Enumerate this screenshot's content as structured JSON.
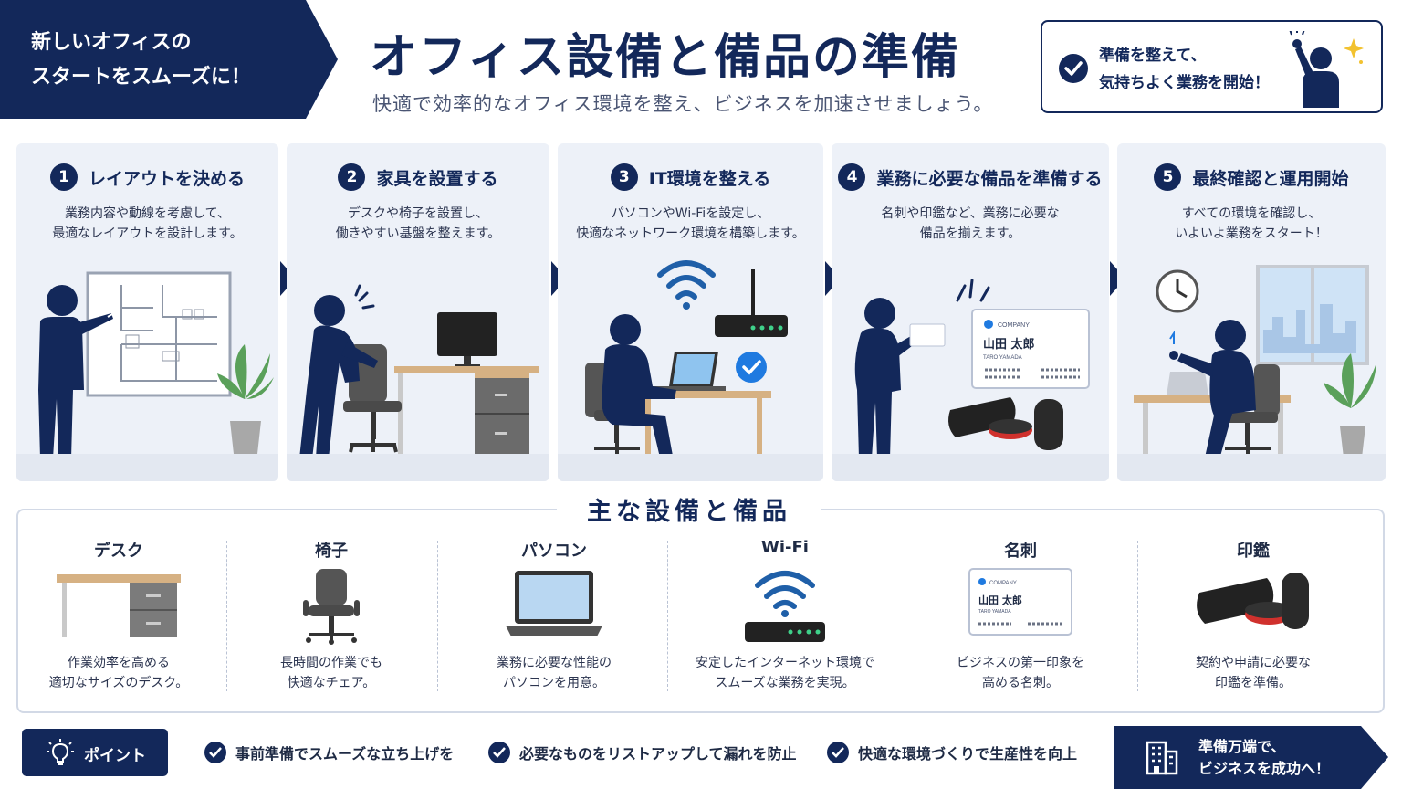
{
  "header": {
    "ribbon_line1": "新しいオフィスの",
    "ribbon_line2": "スタートをスムーズに！",
    "title": "オフィス設備と備品の準備",
    "subtitle": "快適で効率的なオフィス環境を整え、ビジネスを加速させましょう。",
    "box_line1": "準備を整えて、",
    "box_line2": "気持ちよく業務を開始！"
  },
  "steps": [
    {
      "num": "1",
      "title": "レイアウトを決める",
      "desc": "業務内容や動線を考慮して、\n最適なレイアウトを設計します。"
    },
    {
      "num": "2",
      "title": "家具を設置する",
      "desc": "デスクや椅子を設置し、\n働きやすい基盤を整えます。"
    },
    {
      "num": "3",
      "title": "IT環境を整える",
      "desc": "パソコンやWi-Fiを設定し、\n快適なネットワーク環境を構築します。"
    },
    {
      "num": "4",
      "title": "業務に必要な備品を準備する",
      "desc": "名刺や印鑑など、業務に必要な\n備品を揃えます。"
    },
    {
      "num": "5",
      "title": "最終確認と運用開始",
      "desc": "すべての環境を確認し、\nいよいよ業務をスタート！"
    }
  ],
  "business_card": {
    "company": "COMPANY",
    "name": "山田 太郎",
    "romaji": "TARO YAMADA"
  },
  "equipment": {
    "title": "主な設備と備品",
    "items": [
      {
        "name": "デスク",
        "desc": "作業効率を高める\n適切なサイズのデスク。"
      },
      {
        "name": "椅子",
        "desc": "長時間の作業でも\n快適なチェア。"
      },
      {
        "name": "パソコン",
        "desc": "業務に必要な性能の\nパソコンを用意。"
      },
      {
        "name": "Wi-Fi",
        "desc": "安定したインターネット環境で\nスムーズな業務を実現。"
      },
      {
        "name": "名刺",
        "desc": "ビジネスの第一印象を\n高める名刺。"
      },
      {
        "name": "印鑑",
        "desc": "契約や申請に必要な\n印鑑を準備。"
      }
    ]
  },
  "footer": {
    "point_label": "ポイント",
    "tips": [
      "事前準備でスムーズな立ち上げを",
      "必要なものをリストアップして漏れを防止",
      "快適な環境づくりで生産性を向上"
    ],
    "banner_line1": "準備万端で、",
    "banner_line2": "ビジネスを成功へ！"
  },
  "colors": {
    "navy": "#13285a",
    "card_bg": "#edf1f8",
    "wood": "#d6b183",
    "stamp_red": "#d0312d",
    "plant": "#5aa05a"
  },
  "icons": [
    "check-icon",
    "person-cheering-icon",
    "sparkle-icon",
    "lightbulb-icon",
    "building-icon",
    "wifi-icon",
    "clock-icon",
    "verified-badge-icon"
  ]
}
